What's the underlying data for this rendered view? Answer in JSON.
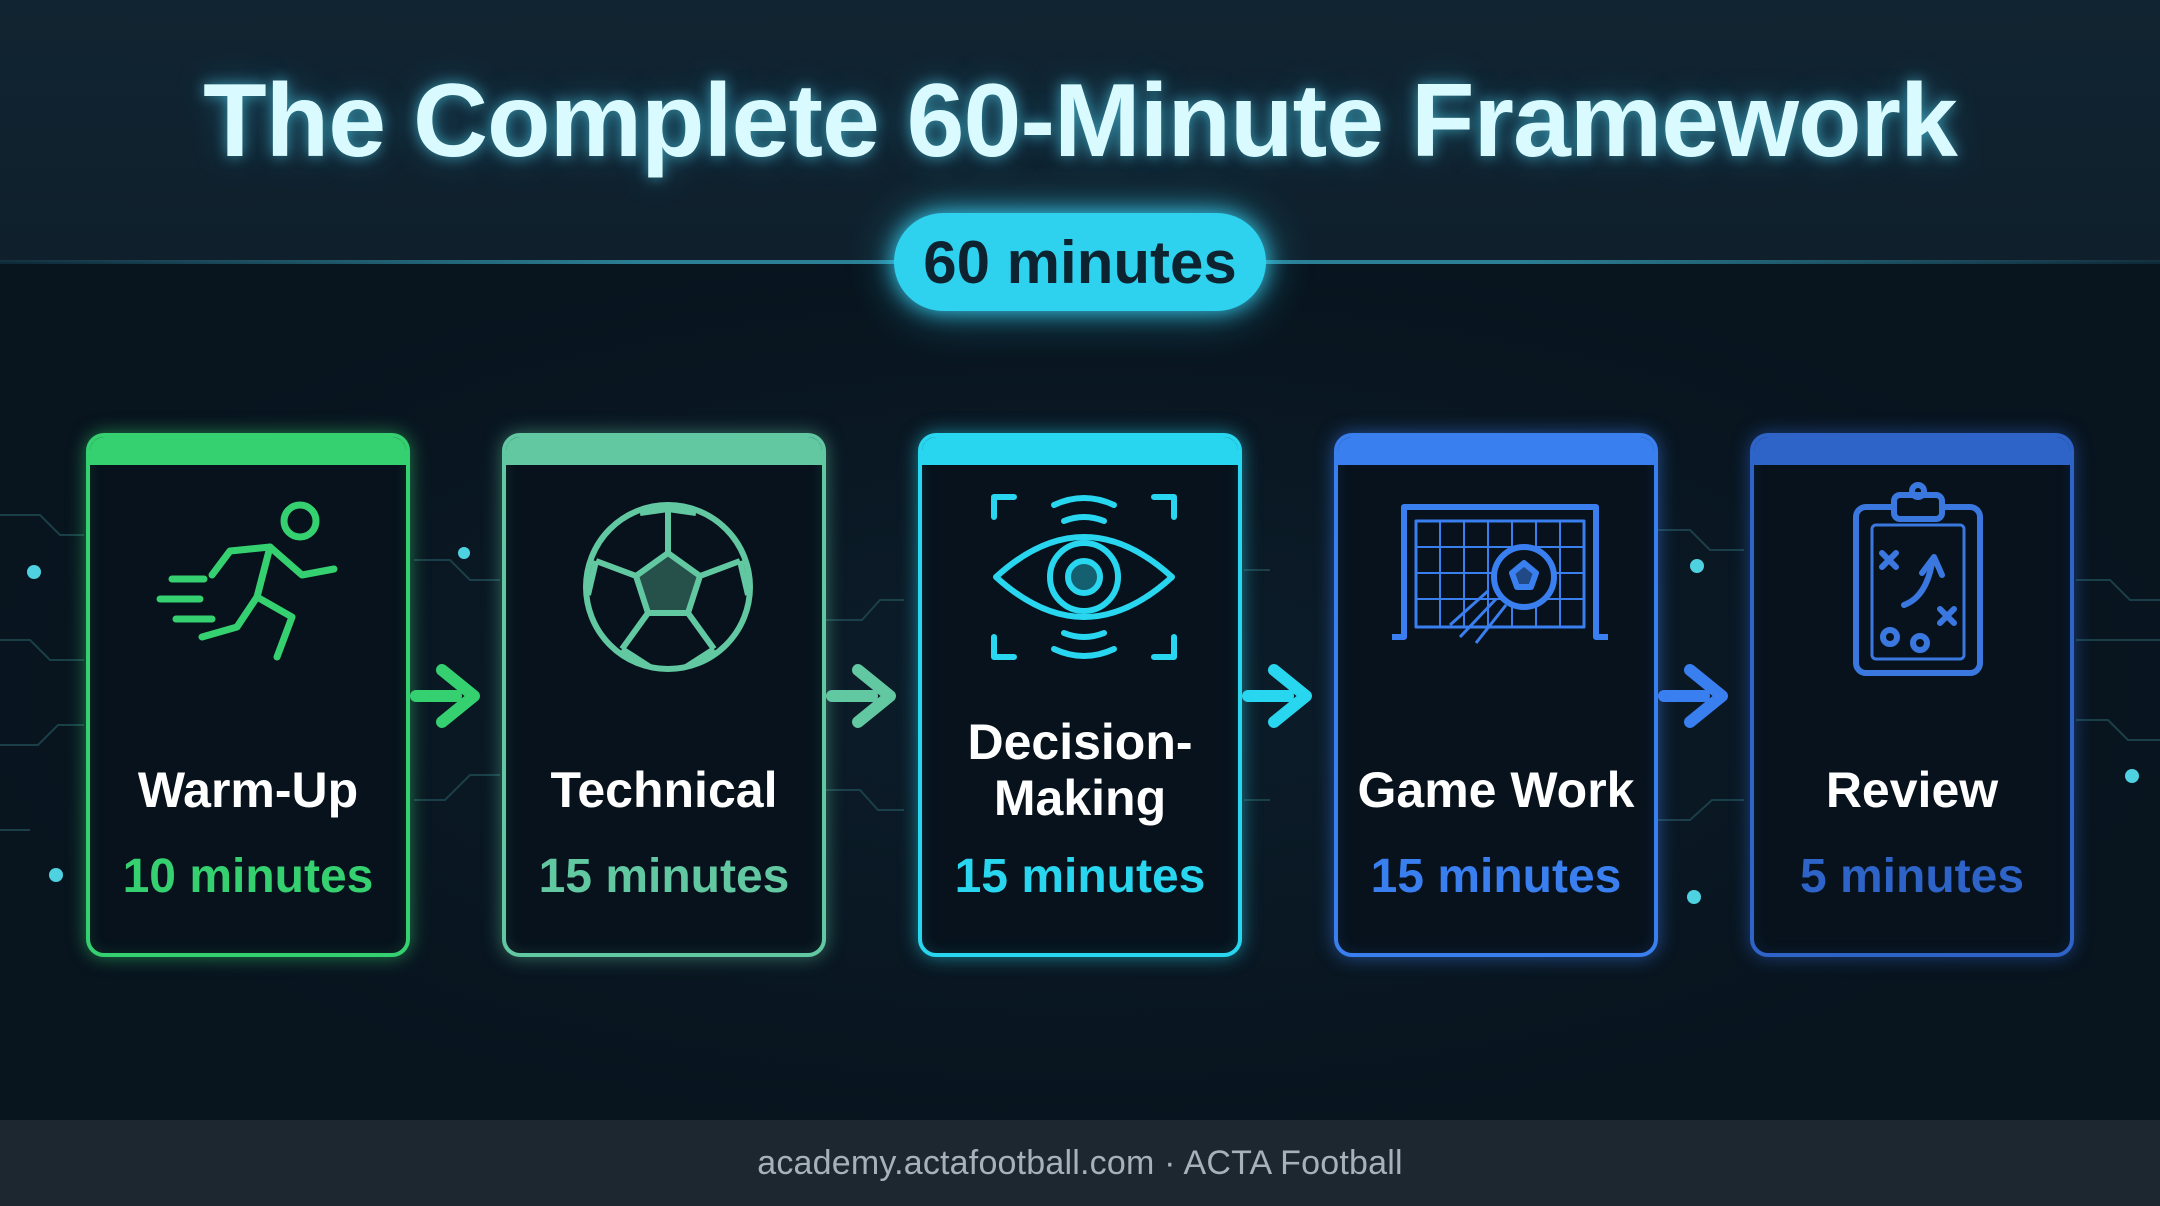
{
  "title": "The Complete 60-Minute Framework",
  "total_badge": "60 minutes",
  "stages": [
    {
      "label": "Warm-Up",
      "duration": "10 minutes",
      "icon": "running-player-icon",
      "color": "#35d070"
    },
    {
      "label": "Technical",
      "duration": "15 minutes",
      "icon": "soccer-ball-icon",
      "color": "#62c8a2"
    },
    {
      "label": "Decision-\nMaking",
      "duration": "15 minutes",
      "icon": "eye-scan-icon",
      "color": "#29d6ef"
    },
    {
      "label": "Game Work",
      "duration": "15 minutes",
      "icon": "goal-net-ball-icon",
      "color": "#3a7ff0"
    },
    {
      "label": "Review",
      "duration": "5 minutes",
      "icon": "tactics-clipboard-icon",
      "color": "#2e63c8"
    }
  ],
  "footer": "academy.actafootball.com · ACTA Football"
}
